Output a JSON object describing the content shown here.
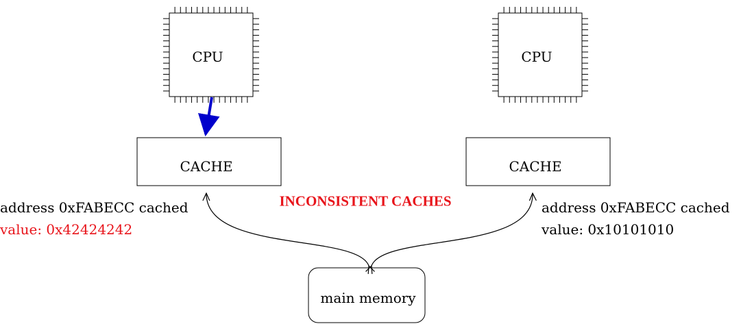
{
  "cpu_left": {
    "label": "CPU"
  },
  "cpu_right": {
    "label": "CPU"
  },
  "cache_left": {
    "label": "CACHE"
  },
  "cache_right": {
    "label": "CACHE"
  },
  "main_memory": {
    "label": "main memory"
  },
  "heading": {
    "text": "INCONSISTENT CACHES",
    "color": "#e8141b"
  },
  "left_info": {
    "address": "address 0xFABECC cached",
    "value": "value: 0x42424242",
    "value_color": "#e8141b"
  },
  "right_info": {
    "address": "address 0xFABECC cached",
    "value": "value: 0x10101010",
    "value_color": "#000000"
  },
  "write_arrow_color": "#0000cc"
}
